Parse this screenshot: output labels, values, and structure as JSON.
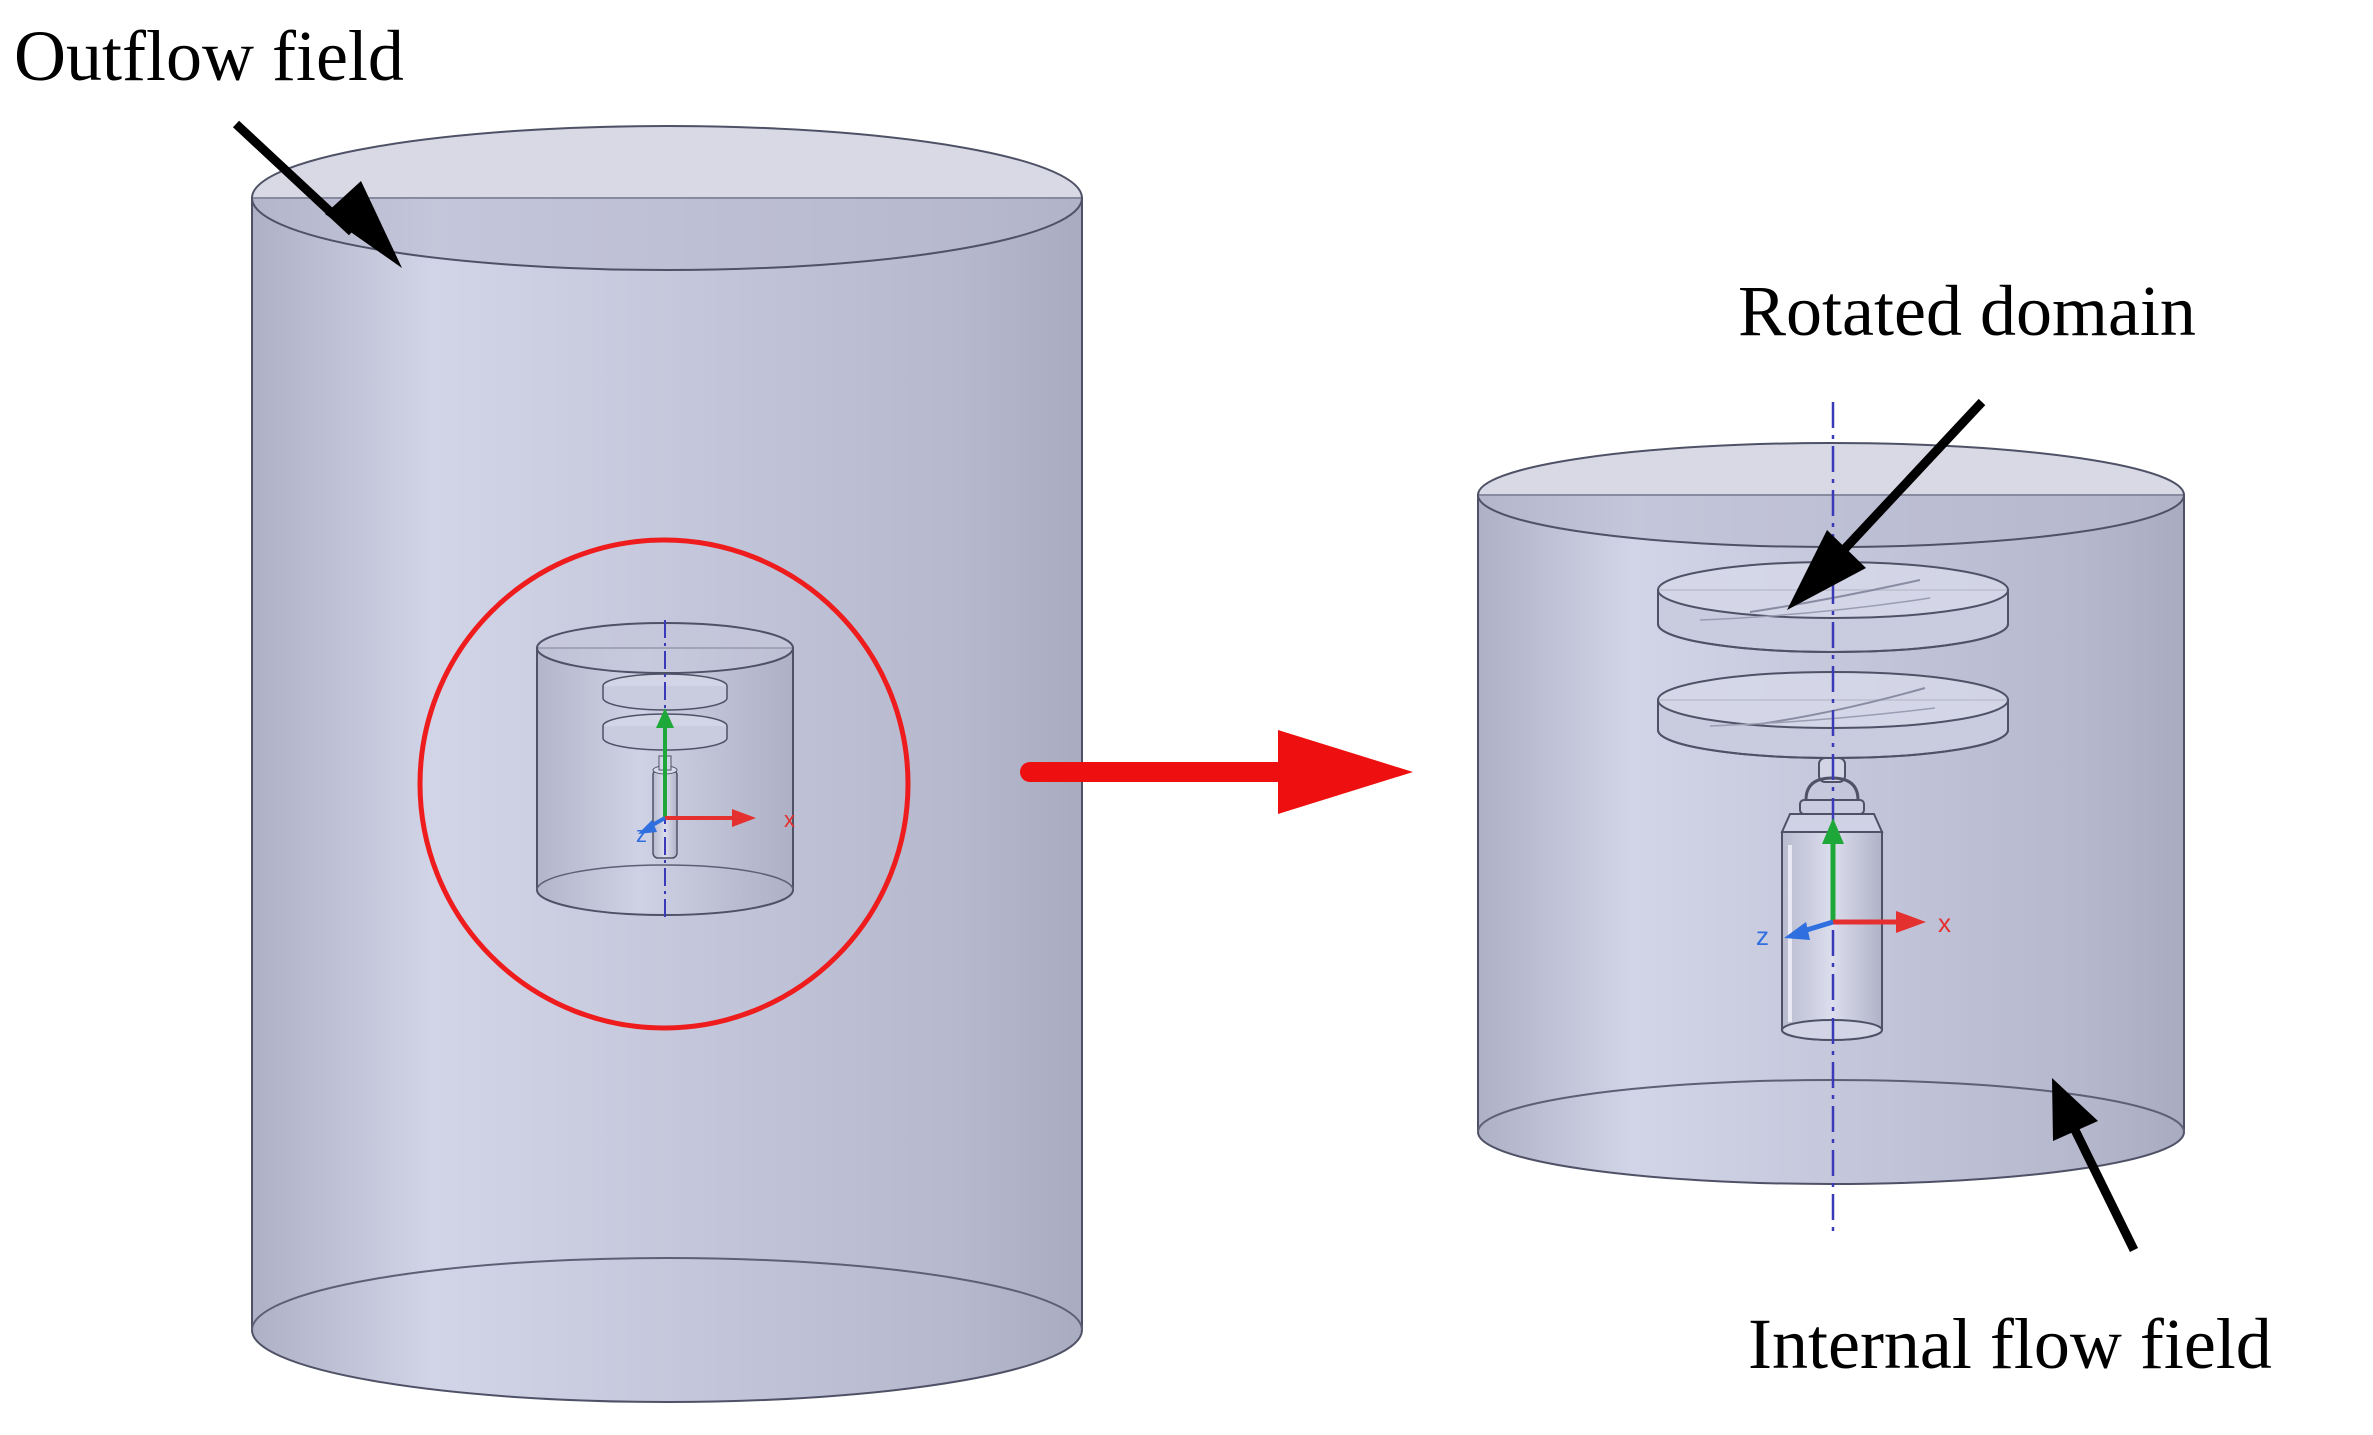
{
  "labels": {
    "outflow_field": "Outflow field",
    "rotated_domain": "Rotated domain",
    "internal_flow_field": "Internal flow field"
  },
  "axes": {
    "x": "x",
    "z": "z"
  },
  "colors": {
    "domain_fill": "#c7c9de",
    "domain_stroke": "#4f5266",
    "highlight_circle": "#ee1c1c",
    "transition_arrow": "#ee1010",
    "pointer_arrow": "#000000",
    "axis_x": "#e53030",
    "axis_y": "#1fa83a",
    "axis_z": "#2f6fe0",
    "centerline": "#3a3ab8"
  }
}
